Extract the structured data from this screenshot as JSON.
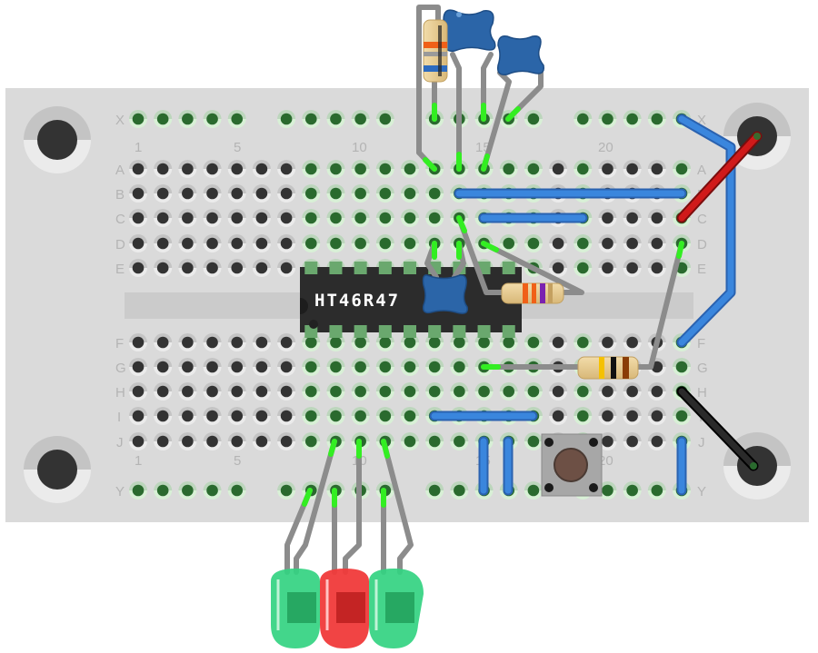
{
  "breadboard": {
    "row_labels_top": [
      "A",
      "B",
      "C",
      "D",
      "E"
    ],
    "row_labels_bottom": [
      "F",
      "G",
      "H",
      "I",
      "J"
    ],
    "rail_labels": [
      "X",
      "Y"
    ],
    "column_numbers_top": [
      "1",
      "5",
      "10",
      "15",
      "20"
    ],
    "column_numbers_bottom": [
      "1",
      "5",
      "10",
      "15",
      "20"
    ],
    "column_count": 23,
    "colors": {
      "board": "#dadada",
      "hole": "#333333",
      "hole_connected": "#2a6a2e",
      "highlight": "#33ee22",
      "leg": "#8c8c8c"
    }
  },
  "chip": {
    "label": "HT46R47",
    "pins_per_side": 9,
    "color": "#2c2c2c"
  },
  "wires": [
    {
      "name": "wire-x-to-f-rail",
      "color": "#3a7fd6"
    },
    {
      "name": "wire-c-to-mount",
      "color": "#c4161c"
    },
    {
      "name": "wire-h-to-mount",
      "color": "#1a1a1a"
    },
    {
      "name": "wire-b-row",
      "color": "#3a7fd6"
    },
    {
      "name": "wire-c-row",
      "color": "#3a7fd6"
    },
    {
      "name": "wire-i-row",
      "color": "#3a7fd6"
    },
    {
      "name": "wire-j-y-15",
      "color": "#3a7fd6"
    },
    {
      "name": "wire-j-y-16",
      "color": "#3a7fd6"
    },
    {
      "name": "wire-j-y-23",
      "color": "#3a7fd6"
    }
  ],
  "components": {
    "leds": [
      {
        "name": "led-green-1",
        "color": "#2fcf7a"
      },
      {
        "name": "led-red",
        "color": "#ee3838"
      },
      {
        "name": "led-green-2",
        "color": "#2fcf7a"
      }
    ],
    "resistors": [
      "resistor-top",
      "resistor-chip",
      "resistor-g-row"
    ],
    "capacitors": [
      "capacitor-top-1",
      "capacitor-top-2",
      "capacitor-chip"
    ],
    "button": "push-button"
  }
}
